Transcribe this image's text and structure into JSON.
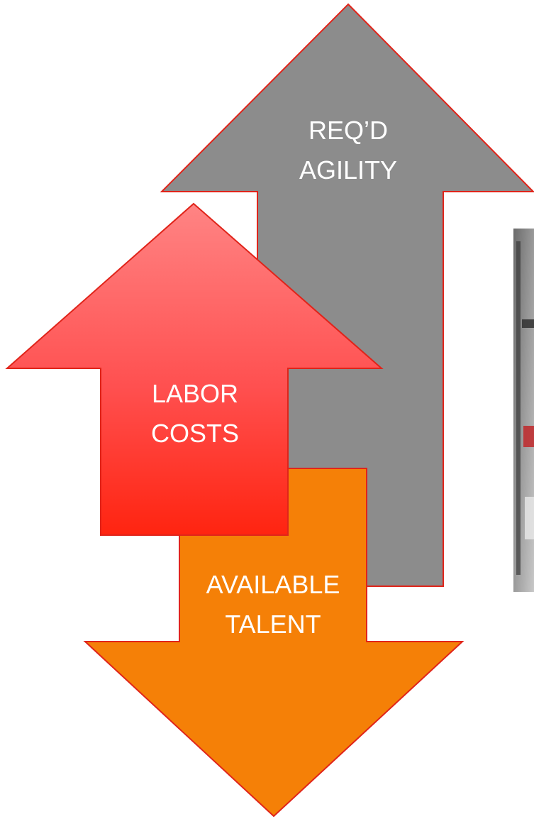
{
  "arrows": {
    "agility": {
      "label_line1": "REQ’D",
      "label_line2": "AGILITY",
      "direction": "up",
      "color": "#8c8c8c"
    },
    "labor": {
      "label_line1": "LABOR",
      "label_line2": "COSTS",
      "direction": "up",
      "color_top": "#ff7a7a",
      "color_bottom": "#ff2a14"
    },
    "talent": {
      "label_line1": "AVAILABLE",
      "label_line2": "TALENT",
      "direction": "down",
      "color": "#f58007"
    }
  },
  "outline_color": "#e0241a",
  "photo": {
    "icon": "factory-photo-icon"
  }
}
